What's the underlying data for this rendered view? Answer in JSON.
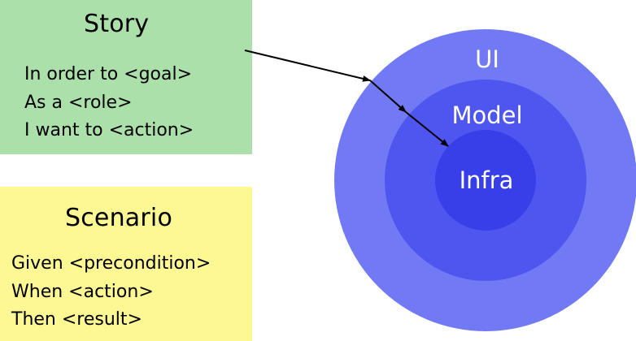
{
  "story": {
    "title": "Story",
    "lines": [
      "In order to <goal>",
      "As a <role>",
      "I want to <action>"
    ]
  },
  "scenario": {
    "title": "Scenario",
    "lines": [
      "Given <precondition>",
      "When <action>",
      "Then <result>"
    ]
  },
  "layers": [
    {
      "label": "UI",
      "color": "#7179f4"
    },
    {
      "label": "Model",
      "color": "#4f56f0"
    },
    {
      "label": "Infra",
      "color": "#383ee8"
    }
  ],
  "colors": {
    "story_background": "#ace0ab",
    "scenario_background": "#fdf794",
    "arrow": "#000000"
  }
}
